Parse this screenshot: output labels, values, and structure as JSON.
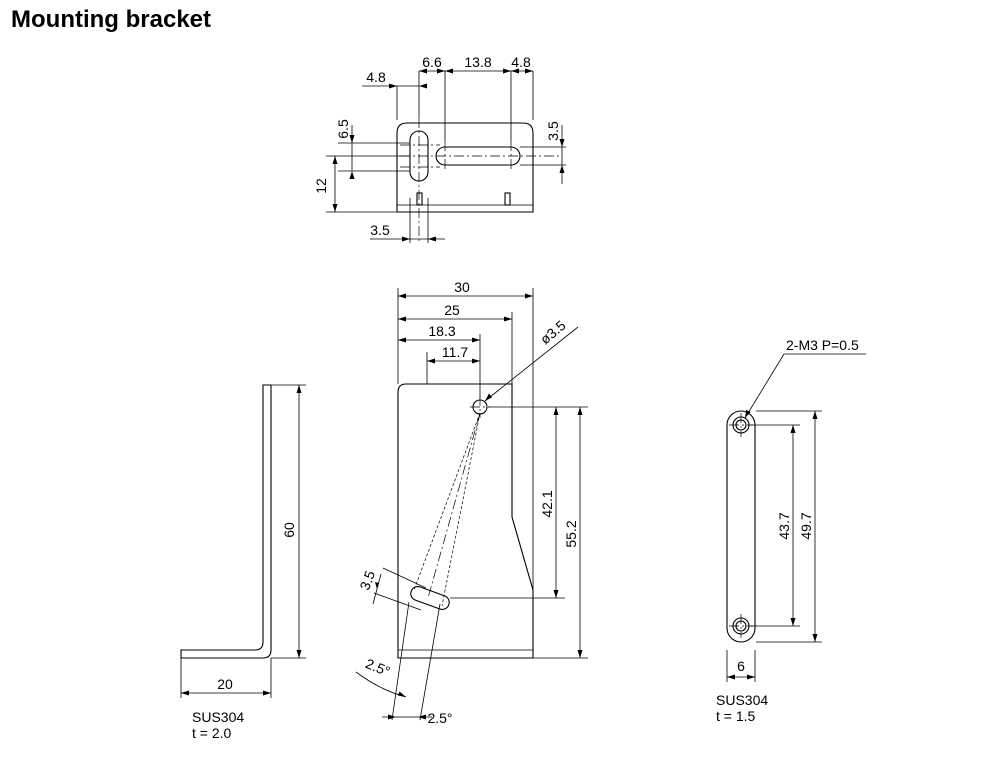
{
  "title": "Mounting bracket",
  "top_view": {
    "dims": [
      "4.8",
      "6.6",
      "13.8",
      "4.8",
      "6.5",
      "3.5",
      "12",
      "3.5"
    ]
  },
  "side_view": {
    "dims": [
      "60",
      "20"
    ],
    "material": "SUS304",
    "thickness": "t = 2.0"
  },
  "front_view": {
    "dims": [
      "30",
      "25",
      "18.3",
      "11.7",
      "ø3.5",
      "42.1",
      "55.2",
      "3.5",
      "2.5°",
      "2.5°"
    ]
  },
  "plate_view": {
    "callout": "2-M3 P=0.5",
    "dims": [
      "43.7",
      "49.7",
      "6"
    ],
    "material": "SUS304",
    "thickness": "t = 1.5"
  }
}
